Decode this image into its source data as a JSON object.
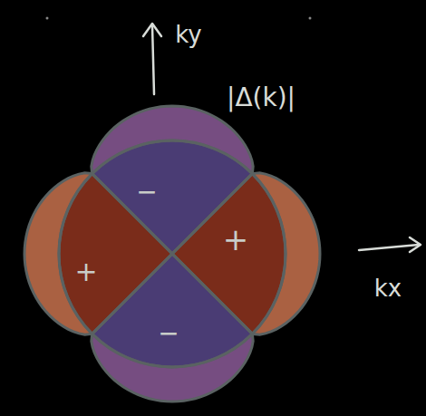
{
  "diagram": {
    "labels": [
      "ky",
      "|Δ(k)|",
      "kx",
      "−",
      "+",
      "+",
      "−"
    ]
  }
}
